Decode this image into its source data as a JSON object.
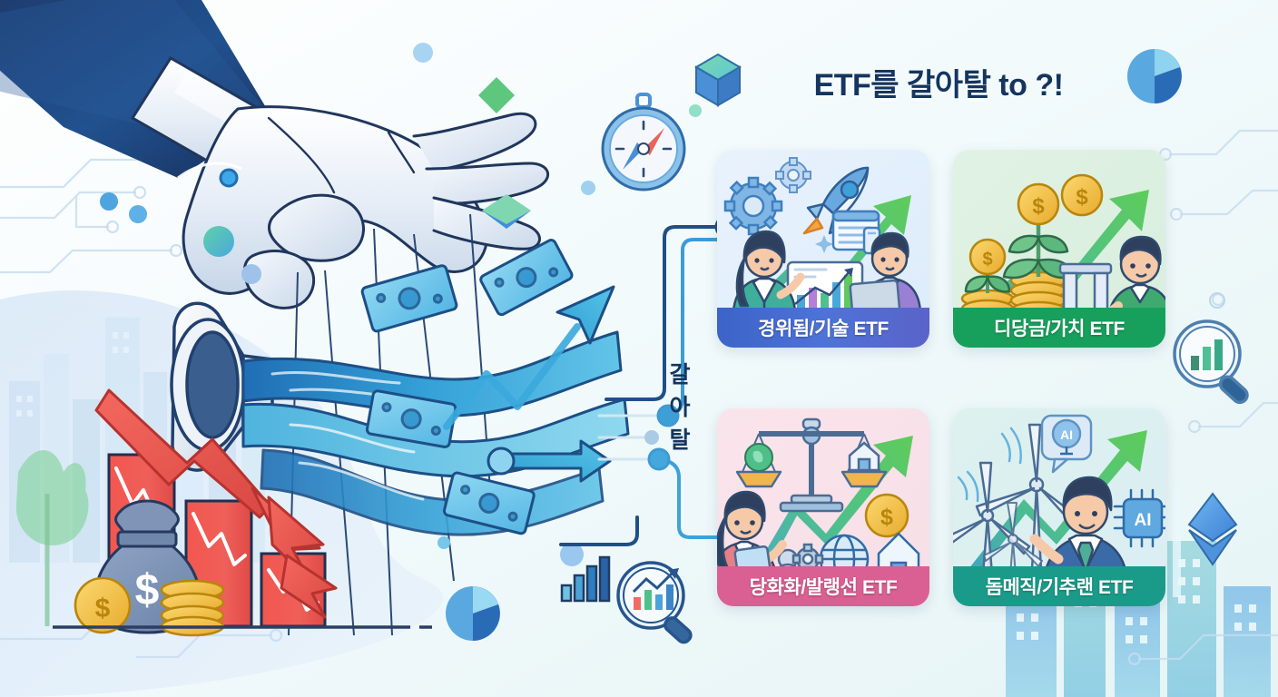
{
  "poster": {
    "title": "ETF를 갈아탈 to ?!",
    "vertical_label": [
      "갈",
      "아",
      "탈"
    ],
    "colors": {
      "title": "#14355f",
      "tech_card": "#4e73d8",
      "value_card": "#17a05c",
      "diversify_card": "#da5f92",
      "thematic_card": "#1a9b8a",
      "down_arrow": "#e8524c",
      "up_arrow": "#4cc36a",
      "money_stream": "#3aa3dd"
    }
  },
  "cards": [
    {
      "id": "tech",
      "label": "경위됨/기술 ETF",
      "icons": [
        "gear-icon",
        "rocket-icon",
        "monitor-chart-icon",
        "browser-window-icon",
        "up-arrow-icon"
      ],
      "people": [
        "woman-presenter",
        "man-with-tablet"
      ]
    },
    {
      "id": "value",
      "label": "디당금/가치 ETF",
      "icons": [
        "coin-plant-icon",
        "dollar-coin-icon",
        "bank-columns-icon",
        "up-arrow-icon"
      ],
      "people": [
        "man-in-green"
      ]
    },
    {
      "id": "diversify",
      "label": "당화화/발랭선 ETF",
      "icons": [
        "balance-scale-icon",
        "globe-icon",
        "house-icon",
        "dollar-coin-icon",
        "user-gear-icon",
        "up-arrow-icon"
      ],
      "people": [
        "woman-with-clipboard"
      ]
    },
    {
      "id": "thematic",
      "label": "돔메직/기추랜 ETF",
      "icons": [
        "wind-turbine-icon",
        "ai-chip-icon",
        "ai-bubble-icon",
        "up-arrow-icon"
      ],
      "badges": [
        "AI",
        "AI"
      ],
      "people": [
        "man-in-suit"
      ]
    }
  ],
  "left_scene": {
    "name": "robot-puppeteer-scene",
    "elements": [
      "robot-hand",
      "suit-sleeve",
      "puppet-strings",
      "megaphone",
      "money-stream",
      "banknotes",
      "declining-bars",
      "money-bag",
      "gold-coins",
      "down-arrow",
      "city-skyline",
      "circuit-lines"
    ],
    "money_bag_symbol": "$",
    "coin_symbol": "$",
    "bars": [
      100,
      72,
      40
    ]
  },
  "decor": {
    "compass": "compass-icon",
    "magnifier_left": "magnifier-chart-icon",
    "magnifier_right": "magnifier-bars-icon",
    "bar_chart": "bar-chart-icon",
    "pie_chart_top": "pie-chart-icon",
    "pie_chart_bottom": "pie-chart-icon",
    "cube": "cube-icon",
    "diamonds": [
      "diamond-icon",
      "diamond-icon"
    ],
    "gem": "gem-icon"
  },
  "connectors": {
    "name": "flow-connectors",
    "nodes": 5
  }
}
